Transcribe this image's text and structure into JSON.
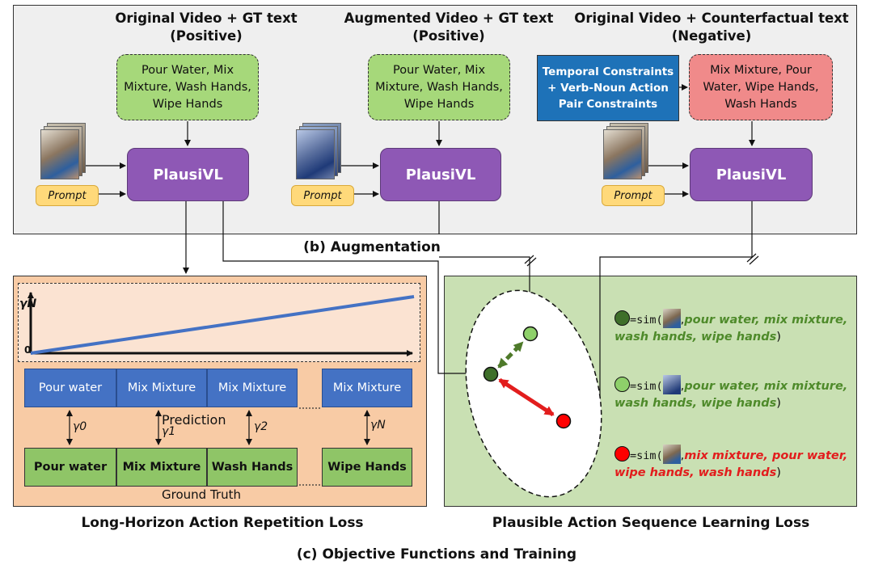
{
  "augmentation": {
    "columns": [
      {
        "title_line1": "Original Video + GT text",
        "title_line2": "(Positive)",
        "text_box": "Pour Water, Mix Mixture, Wash Hands, Wipe Hands",
        "model": "PlausiVL",
        "prompt": "Prompt"
      },
      {
        "title_line1": "Augmented Video + GT text",
        "title_line2": "(Positive)",
        "text_box": "Pour Water, Mix Mixture, Wash Hands, Wipe Hands",
        "model": "PlausiVL",
        "prompt": "Prompt"
      },
      {
        "title_line1": "Original Video + Counterfactual text",
        "title_line2": "(Negative)",
        "text_box": "Mix Mixture, Pour Water, Wipe Hands, Wash Hands",
        "model": "PlausiVL",
        "prompt": "Prompt",
        "constraints": "Temporal Constraints + Verb-Noun Action Pair Constraints"
      }
    ],
    "label": "(b) Augmentation"
  },
  "repetition_loss": {
    "y_axis_label": "γN",
    "origin_label": "0",
    "prediction_label": "Prediction",
    "ground_truth_label": "Ground Truth",
    "predictions": [
      "Pour water",
      "Mix Mixture",
      "Mix Mixture",
      "Mix Mixture"
    ],
    "ground_truth": [
      "Pour water",
      "Mix Mixture",
      "Wash Hands",
      "Wipe Hands"
    ],
    "gammas": [
      "γ0",
      "γ1",
      "γ2",
      "γN"
    ],
    "caption": "Long-Horizon Action Repetition Loss"
  },
  "sequence_loss": {
    "legend": [
      {
        "prefix": "=sim(",
        "text": "pour water, mix mixture, wash hands, wipe hands",
        "suffix": ")",
        "color": "#3f6f2a"
      },
      {
        "prefix": "=sim(",
        "text": "pour water, mix mixture, wash hands, wipe hands",
        "suffix": ")",
        "color": "#8ed06a"
      },
      {
        "prefix": "=sim(",
        "text": "mix mixture, pour water, wipe hands, wash hands",
        "suffix": ")",
        "color": "#ff0000"
      }
    ],
    "caption": "Plausible Action Sequence Learning Loss"
  },
  "figure_caption": "(c) Objective Functions and Training",
  "colors": {
    "model": "#8e58b5",
    "green_box": "#a6d87a",
    "red_box": "#f08a8a",
    "constraint_box": "#1e72b8",
    "prediction_box": "#4472c4",
    "ground_truth_box": "#8fc567",
    "orange_panel": "#f8cba5",
    "green_panel": "#c9e0b3"
  }
}
